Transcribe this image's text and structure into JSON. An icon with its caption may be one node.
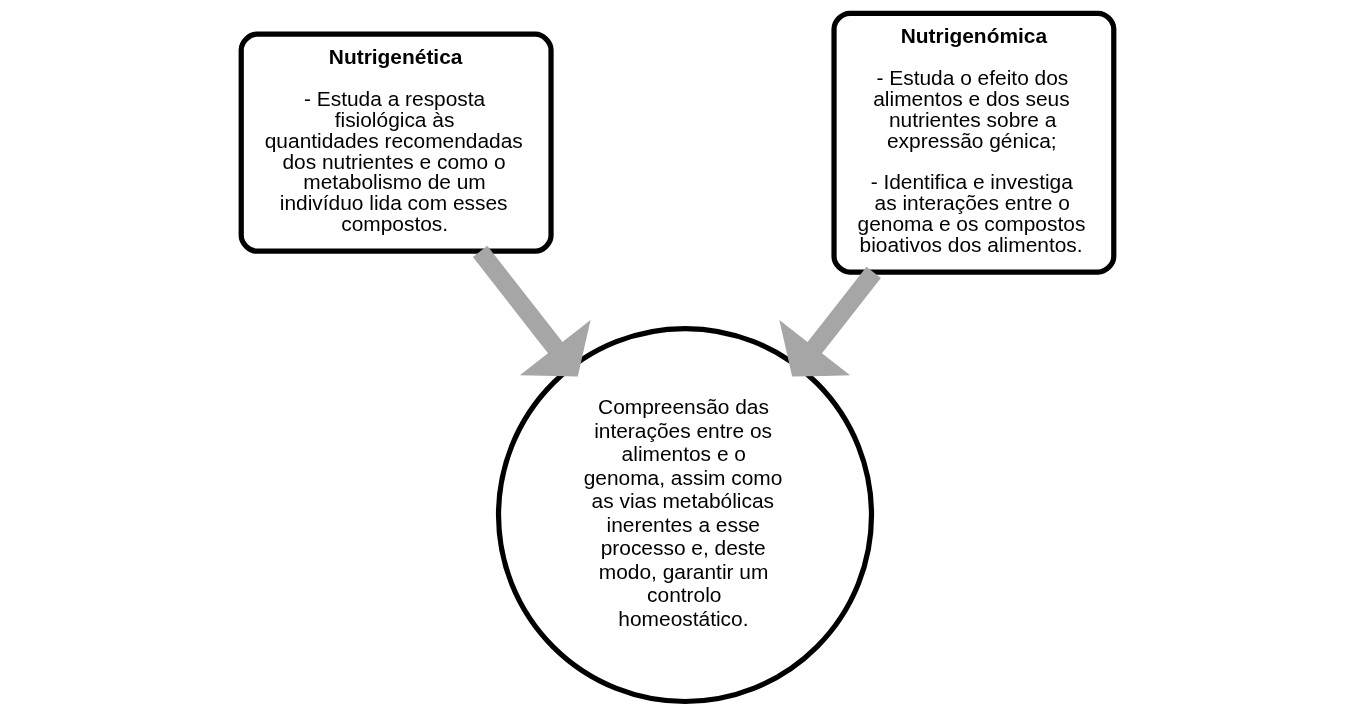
{
  "diagram": {
    "nodes": [
      {
        "text": [
          "Nutrigenética",
          "- Estuda a resposta fisiológica às quantidades recomendadas dos nutrientes e como o metabolismo de um indivíduo lida com esses compostos."
        ]
      },
      {
        "text": [
          "Nutrigenómica",
          "- Estuda o efeito dos alimentos e dos seus nutrientes sobre a expressão génica;",
          "- Identifica e investiga as interações entre o genoma e os compostos bioativos dos alimentos."
        ]
      },
      {
        "text": [
          "Compreensão das interações entre os alimentos e o genoma, assim como as vias metabólicas inerentes a esse processo e, deste modo, garantir um controlo homeostático."
        ]
      }
    ],
    "edges": [
      {
        "from": 0,
        "to": 2,
        "arrow": "to"
      },
      {
        "from": 1,
        "to": 2,
        "arrow": "to"
      }
    ]
  }
}
